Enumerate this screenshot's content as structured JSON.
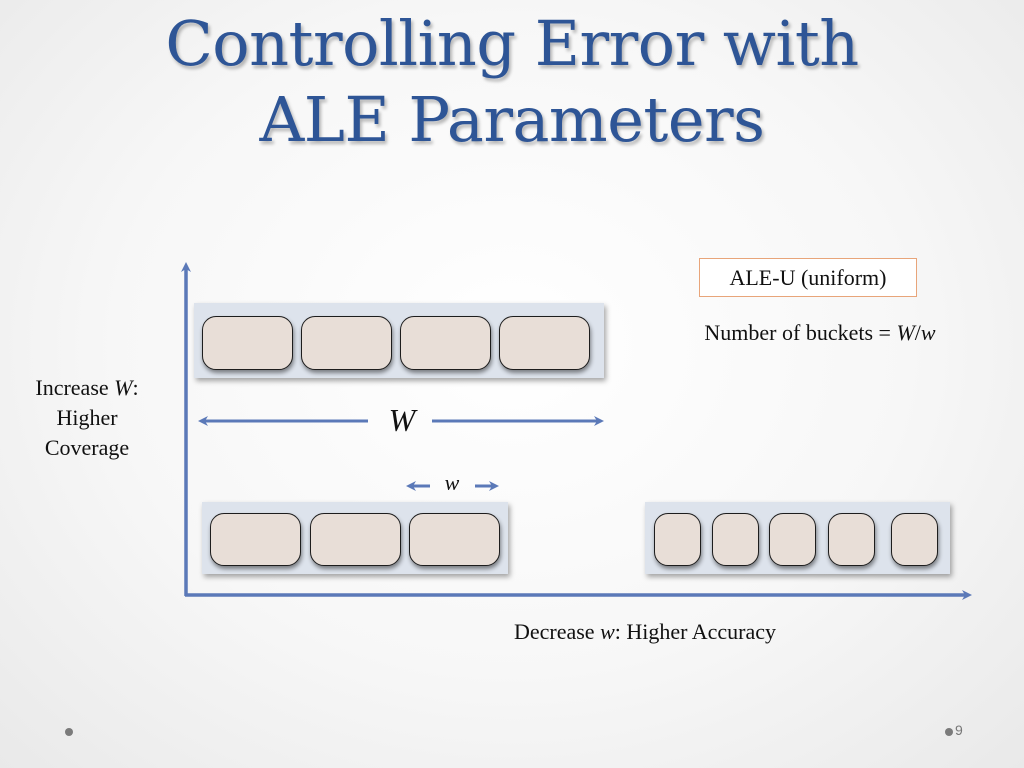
{
  "slide": {
    "title_line1": "Controlling Error with",
    "title_line2": "ALE Parameters",
    "page_number": "9"
  },
  "legend": {
    "label": "ALE-U (uniform)"
  },
  "annotations": {
    "buckets_prefix": "Number of buckets = ",
    "buckets_W": "W",
    "buckets_slash": "/",
    "buckets_w": "w",
    "y_axis_prefix": "Increase ",
    "y_axis_var": "W",
    "y_axis_colon": ":",
    "y_axis_line2": "Higher",
    "y_axis_line3": "Coverage",
    "x_axis_prefix": "Decrease ",
    "x_axis_var": "w",
    "x_axis_suffix": ": Higher Accuracy",
    "big_w": "W",
    "small_w": "w"
  },
  "colors": {
    "title": "#2e5596",
    "arrow": "#5b79b8",
    "tray": "#dde3ec",
    "bucket_fill": "#e8ded7",
    "bucket_border": "#1d1d1d",
    "legend_border": "#e8a57a"
  },
  "bucket_groups": [
    {
      "name": "wide-window-buckets",
      "count": 4
    },
    {
      "name": "narrow-window-buckets",
      "count": 3
    },
    {
      "name": "small-bucket-width-buckets",
      "count": 5
    }
  ]
}
